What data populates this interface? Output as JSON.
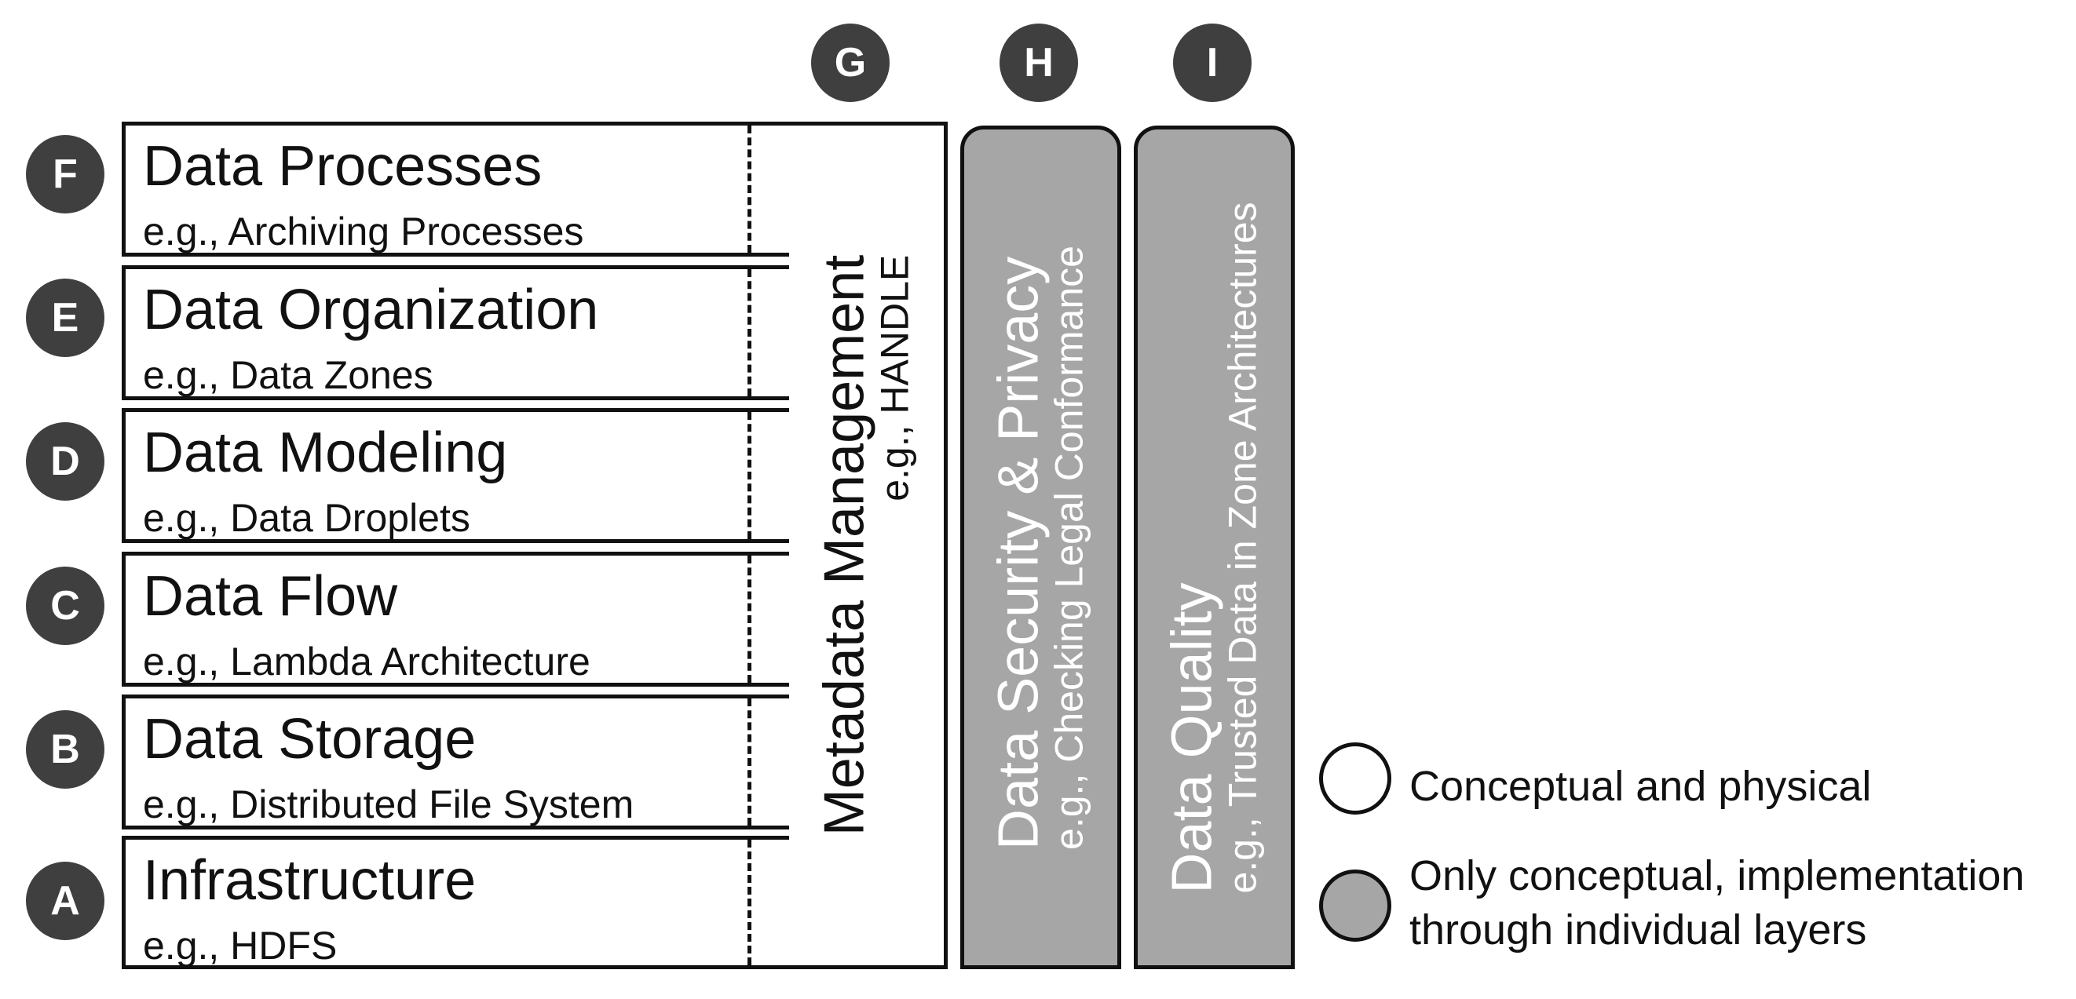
{
  "layers": [
    {
      "badge": "F",
      "title": "Data Processes",
      "example": "e.g., Archiving Processes"
    },
    {
      "badge": "E",
      "title": "Data Organization",
      "example": "e.g., Data Zones"
    },
    {
      "badge": "D",
      "title": "Data Modeling",
      "example": "e.g., Data Droplets"
    },
    {
      "badge": "C",
      "title": "Data Flow",
      "example": "e.g., Lambda Architecture"
    },
    {
      "badge": "B",
      "title": "Data Storage",
      "example": "e.g., Distributed File System"
    },
    {
      "badge": "A",
      "title": "Infrastructure",
      "example": "e.g., HDFS"
    }
  ],
  "pillars": {
    "metadata": {
      "badge": "G",
      "title": "Metadata Management",
      "example": "e.g., HANDLE"
    },
    "security": {
      "badge": "H",
      "title": "Data Security & Privacy",
      "example": "e.g., Checking Legal Conformance"
    },
    "quality": {
      "badge": "I",
      "title": "Data Quality",
      "example": "e.g., Trusted Data in Zone Architectures"
    }
  },
  "legend": {
    "physical": "Conceptual and physical",
    "conceptual_line1": "Only conceptual, implementation",
    "conceptual_line2": "through individual layers"
  },
  "colors": {
    "badge": "#3f3f3f",
    "conceptual_fill": "#a6a6a6",
    "physical_fill": "#ffffff",
    "border": "#111111"
  }
}
